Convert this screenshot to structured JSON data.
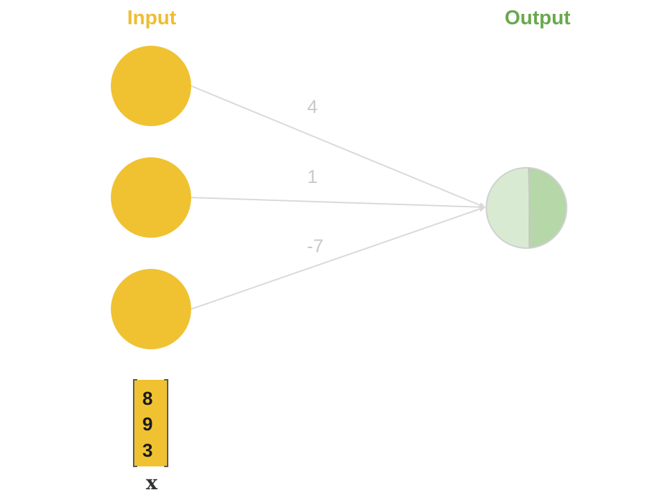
{
  "labels": {
    "input": "Input",
    "output": "Output",
    "vector_name": "x"
  },
  "weights": [
    "4",
    "1",
    "-7"
  ],
  "input_vector": [
    "8",
    "9",
    "3"
  ],
  "colors": {
    "input_node": "#f0c232",
    "input_label": "#eebd33",
    "output_label": "#6aa84f",
    "output_light": "#d9ead3",
    "output_dark": "#b6d7a8",
    "edge": "#d9d9d9",
    "weight_text": "#c9c9c9"
  }
}
